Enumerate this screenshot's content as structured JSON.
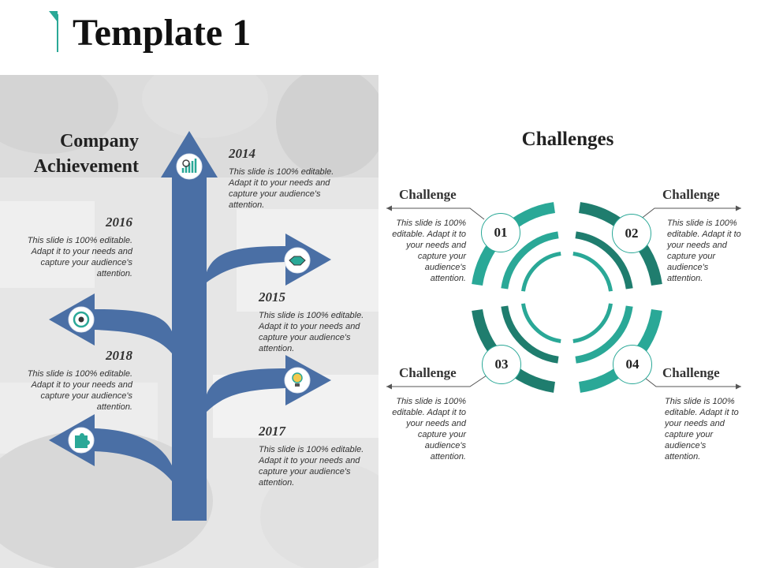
{
  "page": {
    "title": "Template 1"
  },
  "achievement": {
    "heading_line1": "Company",
    "heading_line2": "Achievement",
    "milestones": [
      {
        "year": "2014",
        "text": "This slide is 100% editable.  Adapt it to your needs and capture your audience's attention.",
        "icon": "growth-chart-icon"
      },
      {
        "year": "2016",
        "text": "This slide is 100% editable.  Adapt it to your needs and capture your audience's attention.",
        "icon": "target-icon"
      },
      {
        "year": "2015",
        "text": "This slide is 100% editable.  Adapt it to your needs and capture your audience's attention.",
        "icon": "handshake-icon"
      },
      {
        "year": "2018",
        "text": "This slide is 100% editable.  Adapt it to your needs and capture your audience's attention.",
        "icon": "puzzle-icon"
      },
      {
        "year": "2017",
        "text": "This slide is 100% editable.  Adapt it to your needs and capture your audience's attention.",
        "icon": "lightbulb-icon"
      }
    ]
  },
  "challenges": {
    "heading": "Challenges",
    "items": [
      {
        "number": "01",
        "label": "Challenge",
        "text": "This slide is 100% editable.  Adapt it to your needs and capture your audience's attention."
      },
      {
        "number": "02",
        "label": "Challenge",
        "text": "This slide is 100% editable.  Adapt it to your needs and capture your audience's attention."
      },
      {
        "number": "03",
        "label": "Challenge",
        "text": "This slide is 100% editable.  Adapt it to your needs and capture your audience's attention."
      },
      {
        "number": "04",
        "label": "Challenge",
        "text": "This slide is 100% editable.  Adapt it to your needs and capture your audience's attention."
      }
    ]
  },
  "colors": {
    "arrow": "#4a6fa5",
    "teal": "#2aa897",
    "teal_dark": "#1f7d6e",
    "accent_flag": "#2aa897"
  }
}
